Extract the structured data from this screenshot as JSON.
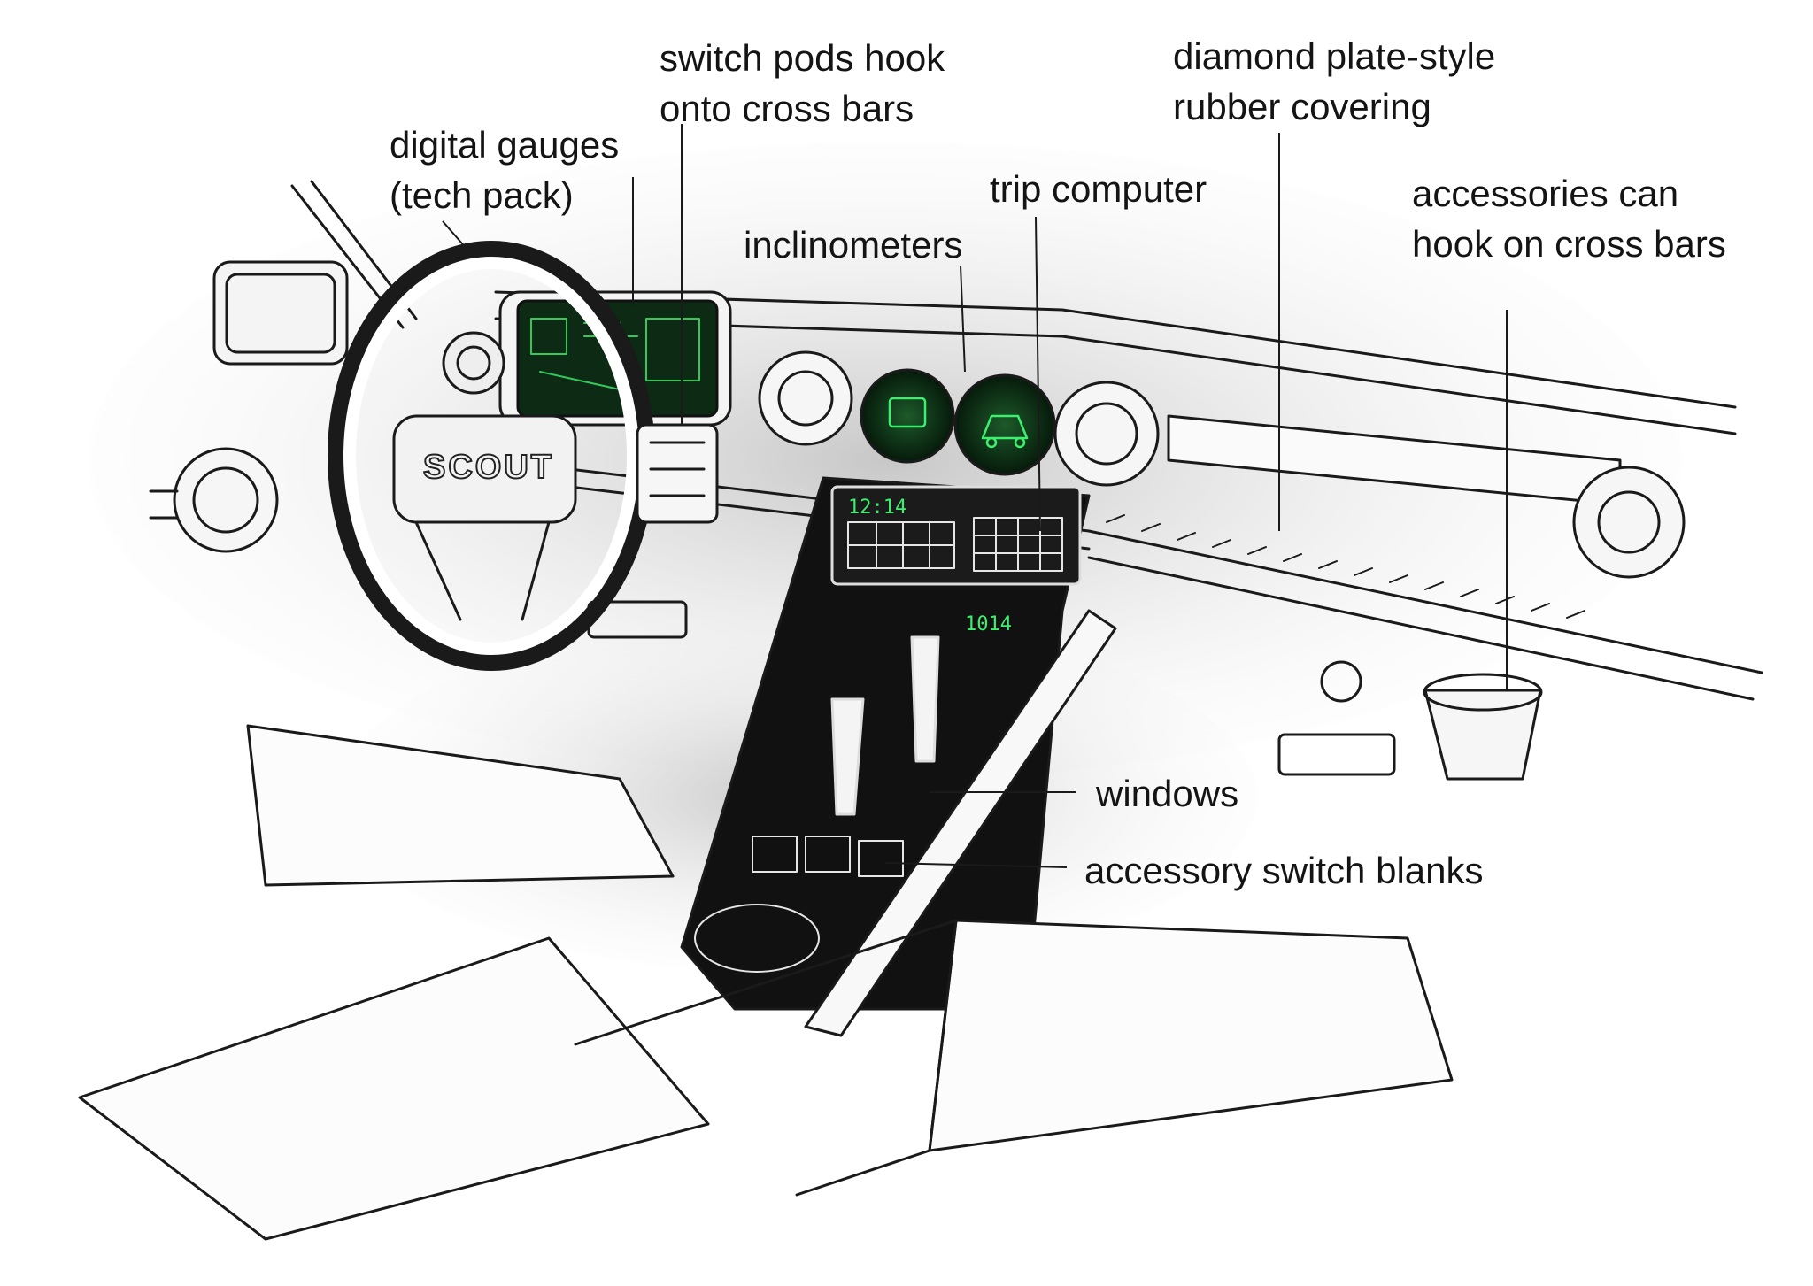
{
  "labels": {
    "digital_gauges": [
      "digital gauges",
      "(tech pack)"
    ],
    "switch_pods": [
      "switch pods hook",
      "onto cross bars"
    ],
    "inclinometers": [
      "inclinometers"
    ],
    "trip_computer": [
      "trip computer"
    ],
    "diamond_plate": [
      "diamond plate-style",
      "rubber covering"
    ],
    "accessories": [
      "accessories can",
      "hook on cross bars"
    ],
    "windows": [
      "windows"
    ],
    "accessory_switch_blanks": [
      "accessory switch blanks"
    ]
  },
  "sketch": {
    "steering_badge": "SCOUT",
    "clock_display": "12:14",
    "odometer_display": "1014"
  },
  "colors": {
    "ink": "#1a1a1a",
    "shadow": "#b8b8b8",
    "display_green": "#3cf06e",
    "display_dark": "#0d2a14",
    "console_black": "#111111"
  }
}
